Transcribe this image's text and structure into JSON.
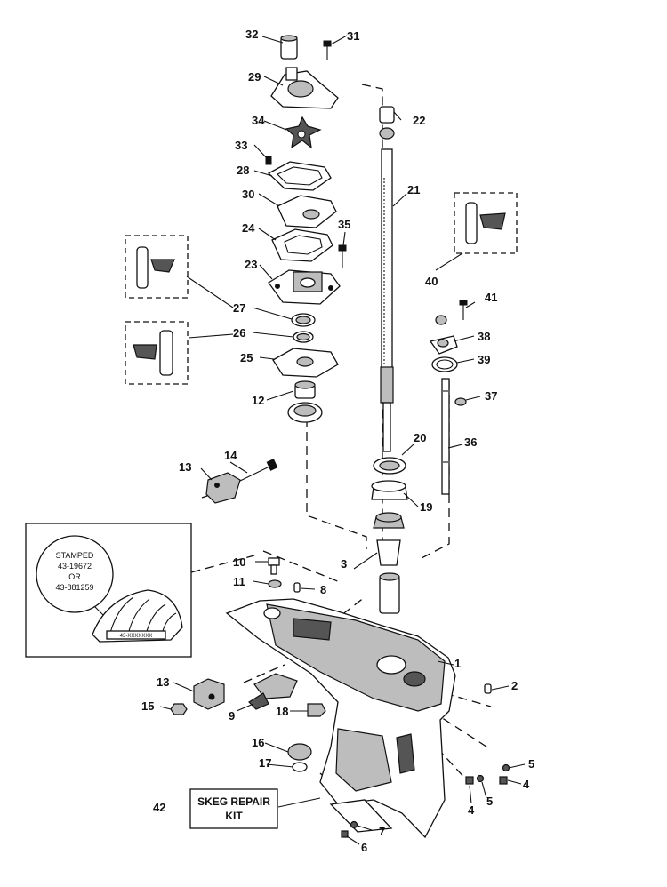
{
  "callouts": {
    "c1": "1",
    "c2": "2",
    "c3": "3",
    "c4a": "4",
    "c4b": "4",
    "c5a": "5",
    "c5b": "5",
    "c6": "6",
    "c7": "7",
    "c8": "8",
    "c9": "9",
    "c10": "10",
    "c11": "11",
    "c12": "12",
    "c13a": "13",
    "c13b": "13",
    "c14": "14",
    "c15": "15",
    "c16": "16",
    "c17": "17",
    "c18": "18",
    "c19": "19",
    "c20": "20",
    "c21": "21",
    "c22": "22",
    "c23": "23",
    "c24": "24",
    "c25": "25",
    "c26": "26",
    "c27": "27",
    "c28": "28",
    "c29": "29",
    "c30": "30",
    "c31": "31",
    "c32": "32",
    "c33": "33",
    "c34": "34",
    "c35": "35",
    "c36": "36",
    "c37": "37",
    "c38": "38",
    "c39": "39",
    "c40": "40",
    "c41": "41",
    "c42": "42"
  },
  "stamp_inset": {
    "line1": "STAMPED",
    "line2": "43-19672",
    "line3": "OR",
    "line4": "43-881259",
    "gear_tag": "43-XXXXXXX"
  },
  "skeg_box": {
    "line1": "SKEG REPAIR",
    "line2": "KIT"
  }
}
